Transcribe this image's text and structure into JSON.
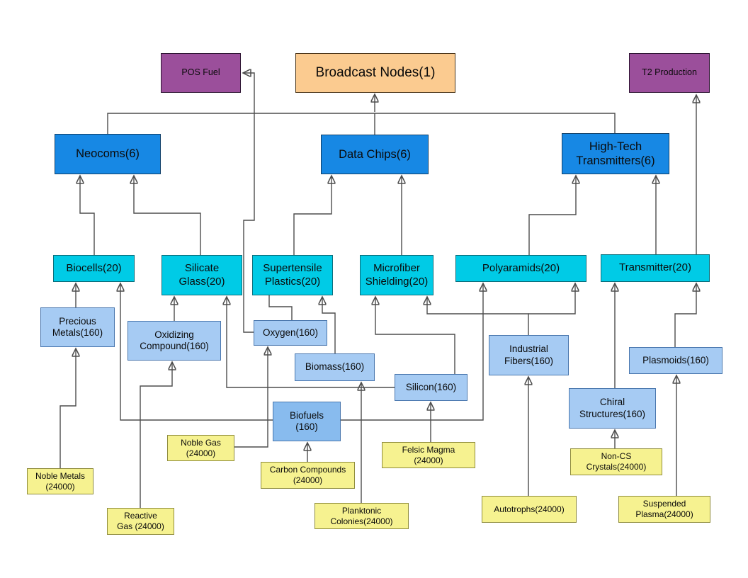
{
  "diagram_type": "production-chain-flowchart",
  "colors": {
    "peach": "#FBCB90",
    "purple": "#9B4F9B",
    "blue": "#1788E4",
    "cyan": "#00CBE6",
    "lightblue": "#A6CBF3",
    "biofuels": "#88BBEE",
    "yellow": "#F6F290",
    "edge": "#4d4d4d",
    "arrowhead": "#000000"
  },
  "nodes": {
    "broadcast_nodes": {
      "label": "Broadcast Nodes(1)"
    },
    "pos_fuel": {
      "label": "POS Fuel"
    },
    "t2_production": {
      "label": "T2 Production"
    },
    "neocoms": {
      "label": "Neocoms(6)"
    },
    "data_chips": {
      "label": "Data Chips(6)"
    },
    "high_tech_transmitters": {
      "label": "High-Tech\nTransmitters(6)"
    },
    "biocells": {
      "label": "Biocells(20)"
    },
    "silicate_glass": {
      "label": "Silicate\nGlass(20)"
    },
    "supertensile_plastics": {
      "label": "Supertensile\nPlastics(20)"
    },
    "microfiber_shielding": {
      "label": "Microfiber\nShielding(20)"
    },
    "polyaramids": {
      "label": "Polyaramids(20)"
    },
    "transmitter": {
      "label": "Transmitter(20)"
    },
    "precious_metals": {
      "label": "Precious\nMetals(160)"
    },
    "oxidizing_compound": {
      "label": "Oxidizing\nCompound(160)"
    },
    "oxygen": {
      "label": "Oxygen(160)"
    },
    "biomass": {
      "label": "Biomass(160)"
    },
    "silicon": {
      "label": "Silicon(160)"
    },
    "biofuels": {
      "label": "Biofuels\n(160)"
    },
    "industrial_fibers": {
      "label": "Industrial\nFibers(160)"
    },
    "chiral_structures": {
      "label": "Chiral\nStructures(160)"
    },
    "plasmoids": {
      "label": "Plasmoids(160)"
    },
    "noble_metals": {
      "label": "Noble Metals\n(24000)"
    },
    "reactive_gas": {
      "label": "Reactive\nGas (24000)"
    },
    "noble_gas": {
      "label": "Noble Gas\n(24000)"
    },
    "carbon_compounds": {
      "label": "Carbon Compounds\n(24000)"
    },
    "planktonic_colonies": {
      "label": "Planktonic\nColonies(24000)"
    },
    "felsic_magma": {
      "label": "Felsic Magma\n(24000)"
    },
    "autotrophs": {
      "label": "Autotrophs(24000)"
    },
    "non_cs_crystals": {
      "label": "Non-CS\nCrystals(24000)"
    },
    "suspended_plasma": {
      "label": "Suspended\nPlasma(24000)"
    }
  },
  "edges": [
    {
      "from": "neocoms",
      "to": "broadcast_nodes"
    },
    {
      "from": "data_chips",
      "to": "broadcast_nodes"
    },
    {
      "from": "high_tech_transmitters",
      "to": "broadcast_nodes"
    },
    {
      "from": "oxygen",
      "to": "pos_fuel"
    },
    {
      "from": "transmitter",
      "to": "t2_production"
    },
    {
      "from": "biocells",
      "to": "neocoms"
    },
    {
      "from": "silicate_glass",
      "to": "neocoms"
    },
    {
      "from": "supertensile_plastics",
      "to": "data_chips"
    },
    {
      "from": "microfiber_shielding",
      "to": "data_chips"
    },
    {
      "from": "polyaramids",
      "to": "high_tech_transmitters"
    },
    {
      "from": "transmitter",
      "to": "high_tech_transmitters"
    },
    {
      "from": "precious_metals",
      "to": "biocells"
    },
    {
      "from": "biofuels",
      "to": "biocells"
    },
    {
      "from": "oxidizing_compound",
      "to": "silicate_glass"
    },
    {
      "from": "silicon",
      "to": "silicate_glass"
    },
    {
      "from": "oxygen",
      "to": "supertensile_plastics"
    },
    {
      "from": "biomass",
      "to": "supertensile_plastics"
    },
    {
      "from": "silicon",
      "to": "microfiber_shielding"
    },
    {
      "from": "industrial_fibers",
      "to": "microfiber_shielding"
    },
    {
      "from": "industrial_fibers",
      "to": "polyaramids"
    },
    {
      "from": "biofuels",
      "to": "polyaramids"
    },
    {
      "from": "chiral_structures",
      "to": "transmitter"
    },
    {
      "from": "plasmoids",
      "to": "transmitter"
    },
    {
      "from": "noble_metals",
      "to": "precious_metals"
    },
    {
      "from": "reactive_gas",
      "to": "oxidizing_compound"
    },
    {
      "from": "noble_gas",
      "to": "oxygen"
    },
    {
      "from": "carbon_compounds",
      "to": "biofuels"
    },
    {
      "from": "planktonic_colonies",
      "to": "biomass"
    },
    {
      "from": "felsic_magma",
      "to": "silicon"
    },
    {
      "from": "autotrophs",
      "to": "industrial_fibers"
    },
    {
      "from": "non_cs_crystals",
      "to": "chiral_structures"
    },
    {
      "from": "suspended_plasma",
      "to": "plasmoids"
    }
  ]
}
